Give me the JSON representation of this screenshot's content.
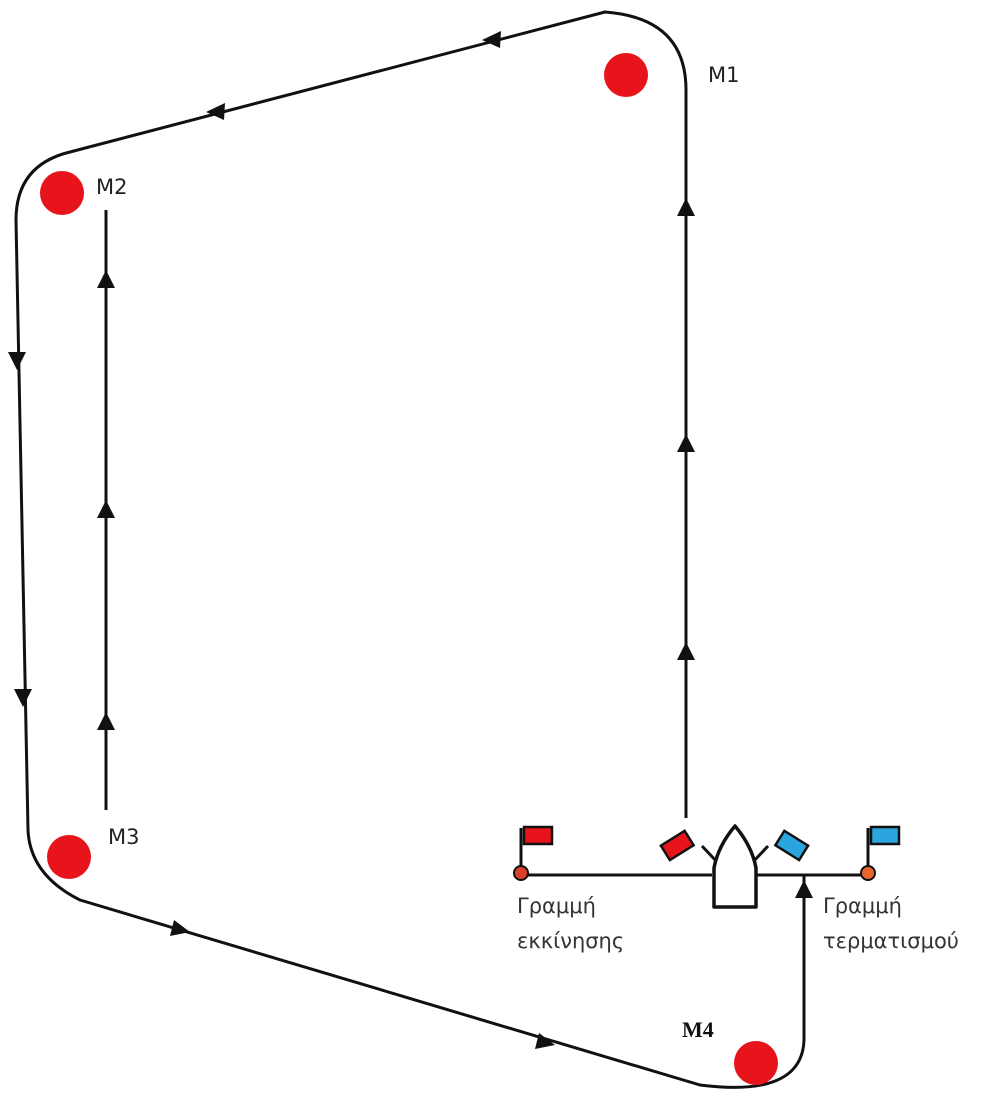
{
  "marks": {
    "m1": "M1",
    "m2": "M2",
    "m3": "M3",
    "m4": "M4"
  },
  "start_line": {
    "line1": "Γραμμή",
    "line2": "εκκίνησης"
  },
  "finish_line": {
    "line1": "Γραμμή",
    "line2": "τερματισμού"
  },
  "colors": {
    "mark": "#e8141b",
    "course": "#111111",
    "start_flag": "#e8141b",
    "finish_flag": "#2aa5e0",
    "pin_start": "#d9412b",
    "pin_finish": "#e8652e"
  },
  "icons": [
    "mark-buoy-icon",
    "committee-boat-icon",
    "flag-icon",
    "arrow-icon"
  ]
}
